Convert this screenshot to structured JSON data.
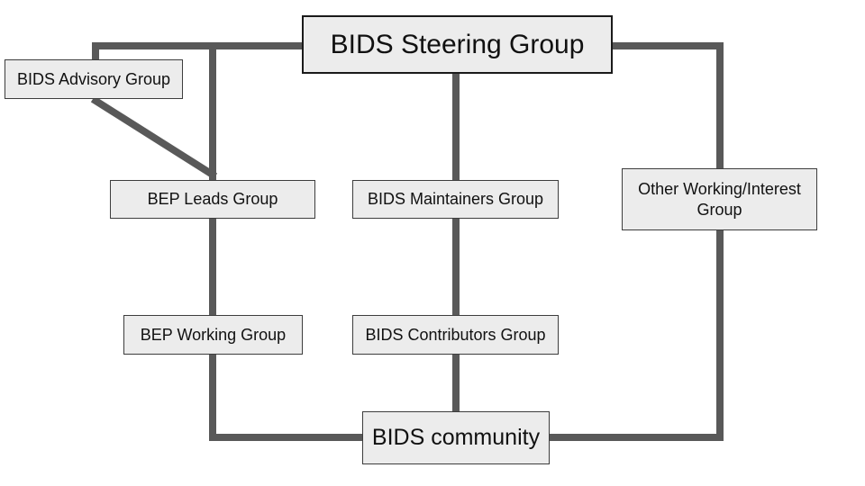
{
  "colors": {
    "line": "#595959",
    "box_fill": "#ececec",
    "box_border": "#3d3d3d",
    "title_box_border": "#1a1a1a",
    "text": "#111111",
    "background": "#ffffff"
  },
  "nodes": {
    "steering": {
      "label": "BIDS Steering Group"
    },
    "advisory": {
      "label": "BIDS Advisory Group"
    },
    "bep_leads": {
      "label": "BEP Leads Group"
    },
    "maintainers": {
      "label": "BIDS Maintainers Group"
    },
    "other_working": {
      "label": "Other Working/Interest Group"
    },
    "bep_working": {
      "label": "BEP Working Group"
    },
    "contributors": {
      "label": "BIDS Contributors Group"
    },
    "community": {
      "label": "BIDS community"
    }
  }
}
